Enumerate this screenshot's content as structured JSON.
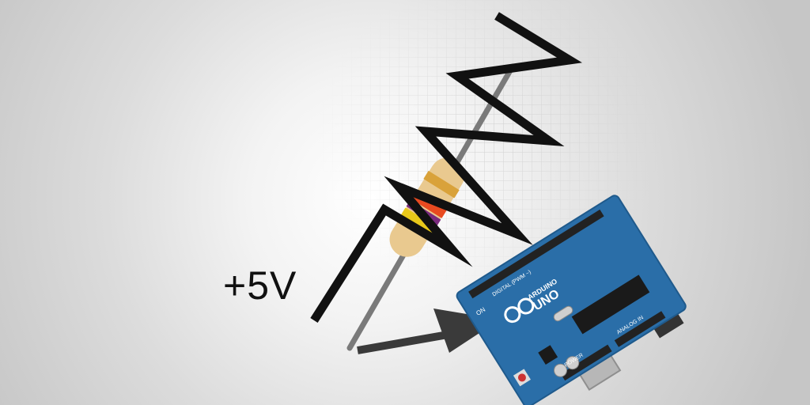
{
  "label": {
    "voltage": "+5V"
  },
  "board": {
    "brand": "ARDUINO",
    "model": "UNO",
    "on_label": "ON",
    "digital_label": "DIGITAL (PWM ~)",
    "power_label": "POWER",
    "analog_label": "ANALOG IN"
  },
  "resistor": {
    "band_colors": [
      "#e8c81a",
      "#7a2a7e",
      "#e84a20",
      "#d9a23a"
    ]
  },
  "colors": {
    "board": "#2a6ea8",
    "zigzag": "#111111",
    "lead": "#7a7a7a",
    "arrow": "#3a3a3a"
  }
}
